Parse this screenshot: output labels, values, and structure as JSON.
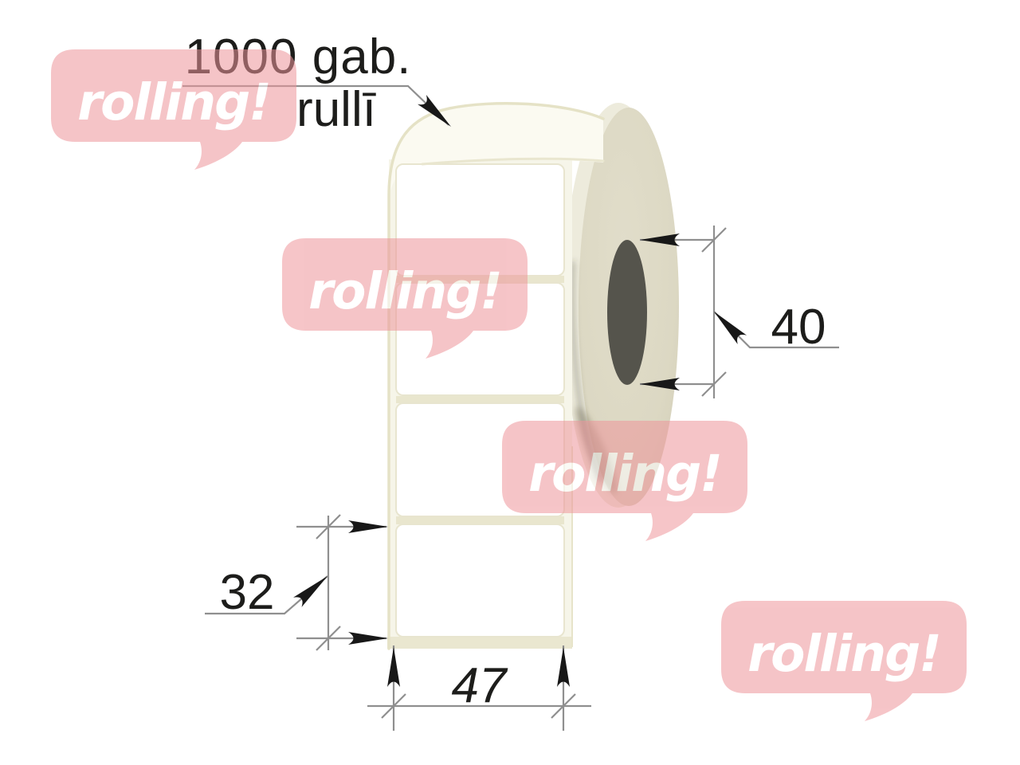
{
  "drawing": {
    "callout": {
      "line1": "1000 gab.",
      "line2": "rullī"
    },
    "dimensions": {
      "core_diameter": "40",
      "label_height": "32",
      "label_width": "47"
    },
    "labels_visible_count": "4"
  },
  "watermark": {
    "text": "rolling!"
  },
  "colors": {
    "watermark_pink": "#ee959b",
    "roll_face": "#dcd8c3",
    "roll_rim_highlight": "#edebdc",
    "core_gray": "#55544c",
    "backing_cream": "#eae7d0",
    "dimension_line_gray": "#8f8f8f",
    "dimension_text": "#1d1d1b"
  }
}
